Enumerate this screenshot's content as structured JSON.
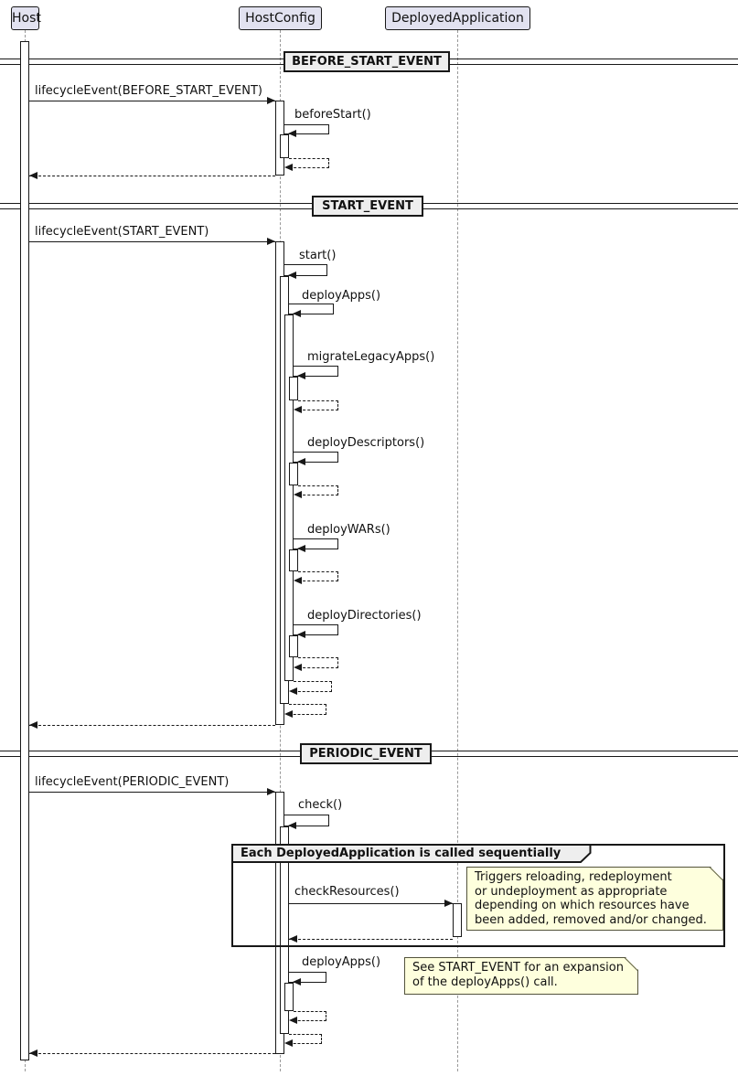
{
  "participants": [
    {
      "name": "Host"
    },
    {
      "name": "HostConfig"
    },
    {
      "name": "DeployedApplication"
    }
  ],
  "dividers": {
    "before_start": "BEFORE_START_EVENT",
    "start": "START_EVENT",
    "periodic": "PERIODIC_EVENT"
  },
  "messages": {
    "before_start": {
      "lifecycle": "lifecycleEvent(BEFORE_START_EVENT)",
      "before_start_call": "beforeStart()"
    },
    "start": {
      "lifecycle": "lifecycleEvent(START_EVENT)",
      "start_call": "start()",
      "deploy_apps": "deployApps()",
      "migrate_legacy_apps": "migrateLegacyApps()",
      "deploy_descriptors": "deployDescriptors()",
      "deploy_wars": "deployWARs()",
      "deploy_directories": "deployDirectories()"
    },
    "periodic": {
      "lifecycle": "lifecycleEvent(PERIODIC_EVENT)",
      "check_call": "check()",
      "check_resources": "checkResources()",
      "deploy_apps": "deployApps()"
    }
  },
  "group": {
    "label": "Each DeployedApplication is called sequentially"
  },
  "notes": {
    "check_resources": "Triggers reloading, redeployment\nor undeployment as appropriate\ndepending on which resources have\nbeen added, removed and/or changed.",
    "deploy_apps": "See START_EVENT for an expansion\nof the deployApps() call."
  },
  "colors": {
    "line": "#181818",
    "lifeline": "#999999",
    "participant_fill": "#E2E2F0",
    "note_fill": "#FEFFDD",
    "note_border": "#53533C",
    "panel_fill": "#EEEEEE",
    "background": "#FFFFFF"
  }
}
